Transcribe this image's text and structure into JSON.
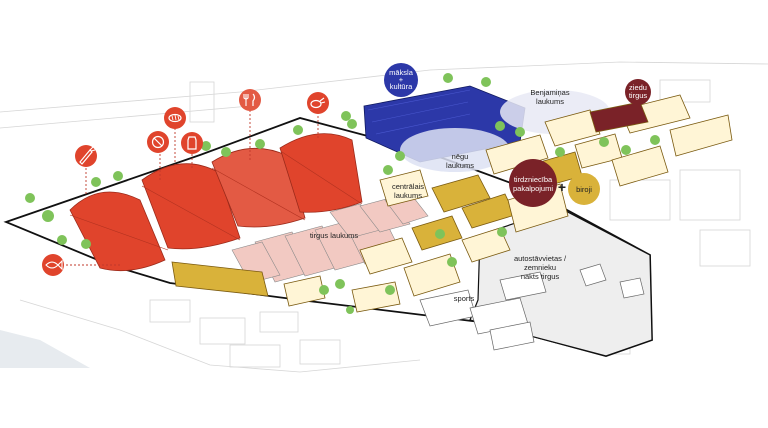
{
  "labels": {
    "maksla_kultura_1": "māksla",
    "maksla_kultura_2": "+",
    "maksla_kultura_3": "kultūra",
    "benjamina_1": "Benjamiņas",
    "benjamina_2": "laukums",
    "ziedu_1": "ziedu",
    "ziedu_2": "tirgus",
    "negu_1": "nēgu",
    "negu_2": "laukums",
    "centralais_1": "centrālais",
    "centralais_2": "laukums",
    "tirdznieciba_1": "tirdzniecība",
    "tirdznieciba_2": "pakalpojumi",
    "plus": "+",
    "biroji": "biroji",
    "tirgus_laukums": "tirgus laukums",
    "autostavvietas_1": "autostāvvietas /",
    "autostavvietas_2": "zemnieku",
    "autostavvietas_3": "nakts tirgus",
    "sports": "sports"
  },
  "colors": {
    "market_red": "#e0442c",
    "culture_blue": "#2c38a8",
    "dark_red": "#7a2228",
    "mustard": "#d9b23a",
    "light_pink": "#f2c9c2",
    "tree_green": "#7fc35a",
    "outline": "#111111"
  },
  "icons": [
    "carrot-icon",
    "bread-icon",
    "no-meat-icon",
    "milk-icon",
    "cutlery-icon",
    "chicken-icon",
    "fish-icon"
  ]
}
